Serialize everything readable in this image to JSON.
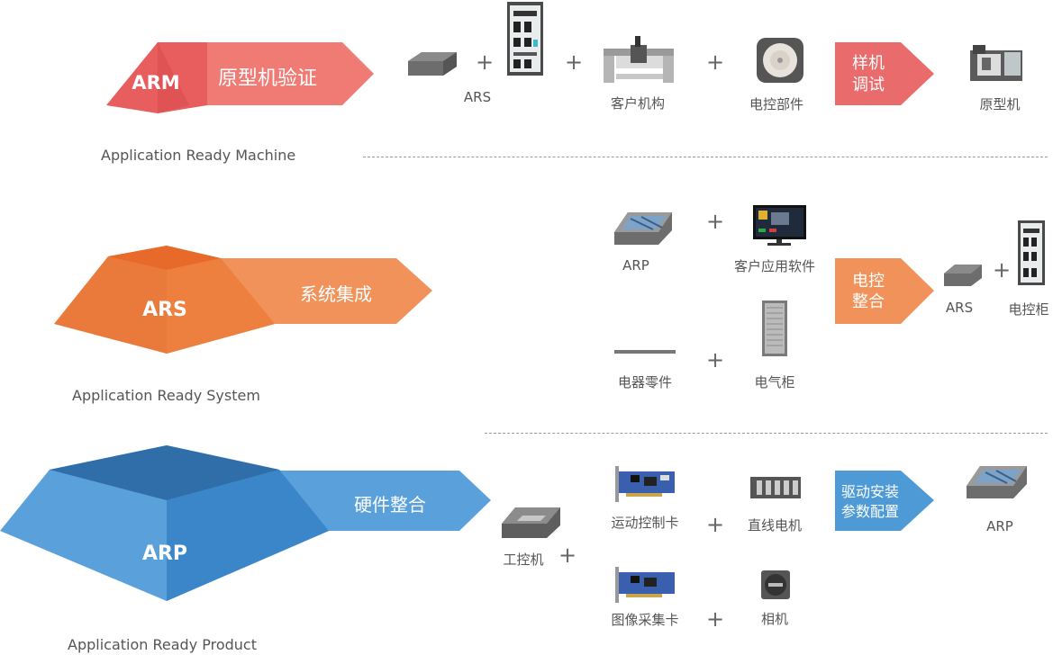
{
  "sections": [
    {
      "code": "ARM",
      "title": "原型机验证",
      "subtitle": "Application Ready Machine",
      "items": [
        {
          "label": "ARS",
          "icon": "ars-block-icon"
        },
        {
          "label": "",
          "icon": "electric-cabinet-icon"
        },
        {
          "label": "客户机构",
          "icon": "customer-mechanism-icon"
        },
        {
          "label": "电控部件",
          "icon": "motor-icon"
        }
      ],
      "step": [
        "样机",
        "调试"
      ],
      "result": "原型机"
    },
    {
      "code": "ARS",
      "title": "系统集成",
      "subtitle": "Application Ready System",
      "items": [
        {
          "label": "ARP",
          "icon": "arp-box-icon"
        },
        {
          "label": "客户应用软件",
          "icon": "monitor-software-icon"
        },
        {
          "label": "电器零件",
          "icon": "electrical-parts-icon"
        },
        {
          "label": "电气柜",
          "icon": "electrical-cabinet-icon"
        }
      ],
      "step": [
        "电控",
        "整合"
      ],
      "results": [
        "ARS",
        "电控柜"
      ]
    },
    {
      "code": "ARP",
      "title": "硬件整合",
      "subtitle": "Application Ready Product",
      "base": "工控机",
      "items": [
        {
          "label": "运动控制卡",
          "icon": "motion-card-icon"
        },
        {
          "label": "直线电机",
          "icon": "linear-motor-icon"
        },
        {
          "label": "图像采集卡",
          "icon": "image-card-icon"
        },
        {
          "label": "相机",
          "icon": "camera-icon"
        }
      ],
      "step": [
        "驱动安装",
        "参数配置"
      ],
      "result": "ARP"
    }
  ],
  "plus_sign": "+",
  "colors": {
    "arm": "#e85d5d",
    "arm_light": "#f07a74",
    "ars": "#ea7a3c",
    "ars_light": "#f0925a",
    "arp": "#3a86c8",
    "arp_light": "#5aa0db",
    "step_red": "#ea6b6b",
    "step_orange": "#f0925a",
    "step_blue": "#4e9ad6"
  }
}
